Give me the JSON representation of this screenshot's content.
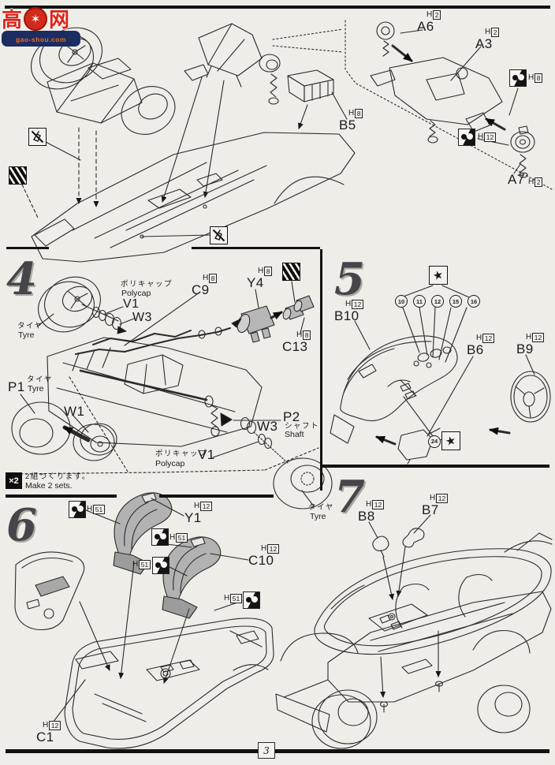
{
  "watermark": {
    "char_left": "高",
    "char_right": "网",
    "site": "gao-shou.com"
  },
  "page_number": "3",
  "h": "H",
  "codes": {
    "c2": "2",
    "c8": "8",
    "c12": "12",
    "c51": "51"
  },
  "parts": {
    "a6": "A6",
    "a3": "A3",
    "a7": "A7",
    "b5": "B5",
    "c9": "C9",
    "y4": "Y4",
    "c13": "C13",
    "v1": "V1",
    "w3": "W3",
    "p1": "P1",
    "w1": "W1",
    "p2": "P2",
    "b10": "B10",
    "b6": "B6",
    "b9": "B9",
    "y1": "Y1",
    "c10": "C10",
    "c1": "C1",
    "b8": "B8",
    "b7": "B7"
  },
  "steps": {
    "n4": "4",
    "n5": "5",
    "n6": "6",
    "n7": "7"
  },
  "texts": {
    "tyre_jp": "タイヤ",
    "tyre_en": "Tyre",
    "polycap_jp": "ポリキャップ",
    "polycap_en": "Polycap",
    "shaft_jp": "シャフト",
    "shaft_en": "Shaft",
    "make_jp": "2組つくります。",
    "make_en": "Make 2 sets.",
    "x2": "×2",
    "star": "★"
  },
  "decals": {
    "d10": "10",
    "d11": "11",
    "d12": "12",
    "d15": "15",
    "d16": "16",
    "d24": "24"
  },
  "colors": {
    "paper": "#efede8",
    "line": "#2b2b2b",
    "part_gray": "#b5b5b5",
    "logo_red": "#dd2318",
    "banner_navy": "#1c2d63",
    "url_orange": "#f06a1e"
  }
}
